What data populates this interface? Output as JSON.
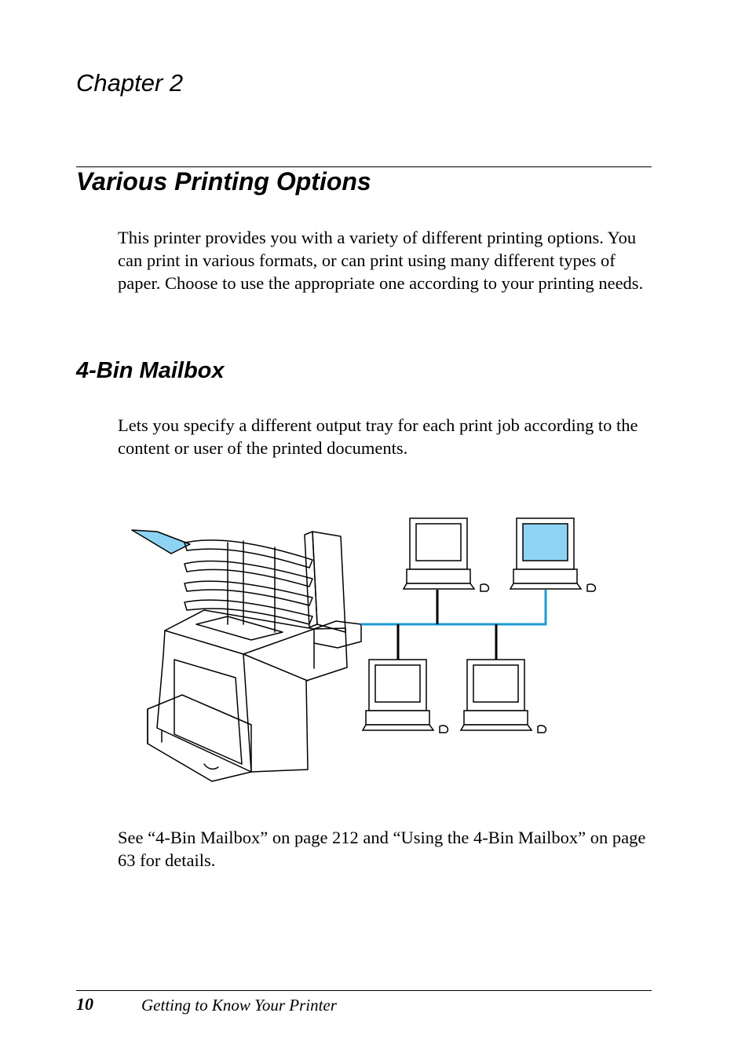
{
  "chapter": "Chapter 2",
  "section_title": "Various Printing Options",
  "intro_paragraph": "This printer provides you with a variety of different printing options. You can print in various formats, or can print using many different types of paper. Choose to use the appropriate one according to your printing needs.",
  "subsection_title": "4-Bin Mailbox",
  "mailbox_paragraph": "Lets you specify a different output tray for each print job according to the content or user of the printed documents.",
  "reference_paragraph": "See “4-Bin Mailbox” on page 212 and “Using the 4-Bin Mailbox” on page 63 for details.",
  "footer": {
    "page_number": "10",
    "book_title": "Getting to Know Your Printer"
  },
  "colors": {
    "network_line": "#1e9bd7",
    "active_screen": "#8fd3f4"
  }
}
